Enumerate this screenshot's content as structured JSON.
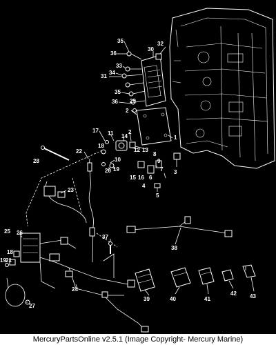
{
  "footer": {
    "text": "MercuryPartsOnline v2.5.1 (Image Copyright- Mercury Marine)"
  },
  "callouts": [
    {
      "id": "35a",
      "text": "35"
    },
    {
      "id": "32",
      "text": "32"
    },
    {
      "id": "30",
      "text": "30"
    },
    {
      "id": "36a",
      "text": "36"
    },
    {
      "id": "33",
      "text": "33"
    },
    {
      "id": "34",
      "text": "34"
    },
    {
      "id": "31",
      "text": "31"
    },
    {
      "id": "35b",
      "text": "35"
    },
    {
      "id": "29",
      "text": "29"
    },
    {
      "id": "36b",
      "text": "36"
    },
    {
      "id": "2a",
      "text": "2"
    },
    {
      "id": "1",
      "text": "1"
    },
    {
      "id": "17",
      "text": "17"
    },
    {
      "id": "11",
      "text": "11"
    },
    {
      "id": "2b",
      "text": "2"
    },
    {
      "id": "14",
      "text": "14"
    },
    {
      "id": "13",
      "text": "13"
    },
    {
      "id": "12",
      "text": "12"
    },
    {
      "id": "18a",
      "text": "18"
    },
    {
      "id": "22",
      "text": "22"
    },
    {
      "id": "28",
      "text": "28"
    },
    {
      "id": "10",
      "text": "10"
    },
    {
      "id": "19",
      "text": "19"
    },
    {
      "id": "20",
      "text": "20"
    },
    {
      "id": "8",
      "text": "8"
    },
    {
      "id": "9",
      "text": "9"
    },
    {
      "id": "7",
      "text": "7"
    },
    {
      "id": "3",
      "text": "3"
    },
    {
      "id": "15",
      "text": "15"
    },
    {
      "id": "16",
      "text": "16"
    },
    {
      "id": "6",
      "text": "6"
    },
    {
      "id": "4",
      "text": "4"
    },
    {
      "id": "5",
      "text": "5"
    },
    {
      "id": "23",
      "text": "23"
    },
    {
      "id": "25",
      "text": "25"
    },
    {
      "id": "26",
      "text": "26"
    },
    {
      "id": "37",
      "text": "37"
    },
    {
      "id": "38",
      "text": "38"
    },
    {
      "id": "18b",
      "text": "18"
    },
    {
      "id": "21",
      "text": "21"
    },
    {
      "id": "19b",
      "text": "19"
    },
    {
      "id": "24",
      "text": "24"
    },
    {
      "id": "27",
      "text": "27"
    },
    {
      "id": "39",
      "text": "39"
    },
    {
      "id": "40",
      "text": "40"
    },
    {
      "id": "41",
      "text": "41"
    },
    {
      "id": "42",
      "text": "42"
    },
    {
      "id": "43",
      "text": "43"
    }
  ]
}
